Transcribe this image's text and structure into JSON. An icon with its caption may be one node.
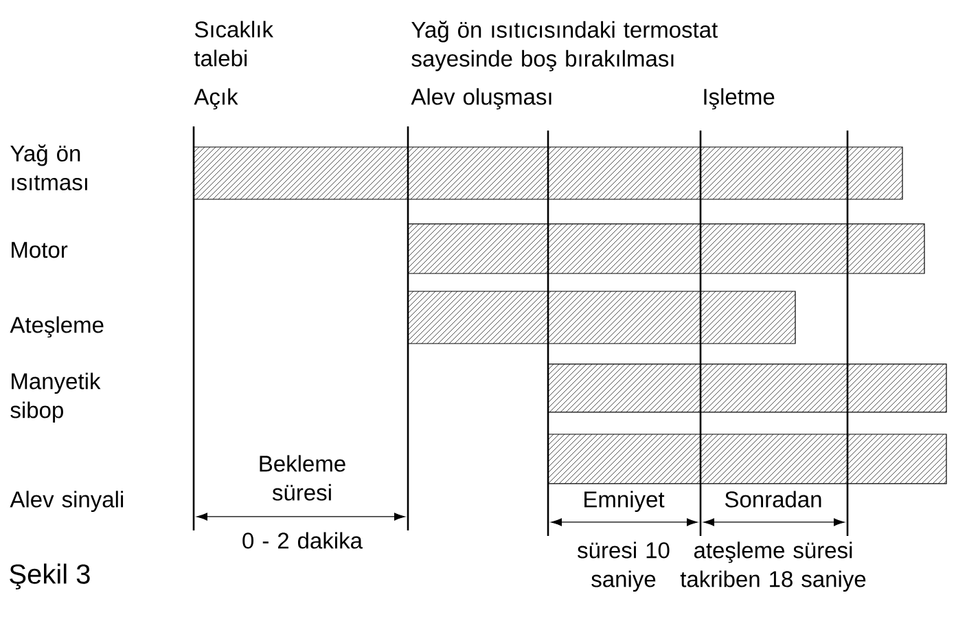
{
  "diagram": {
    "caption": "Şekil 3",
    "labels": [
      "Sıcaklık talebi",
      "Yağ ön ısıtıcısındaki termostat sayesinde boş bırakılması",
      "Açık",
      "Alev oluşması",
      "Işletme",
      "Yağ ön ısıtması",
      "Motor",
      "Ateşleme",
      "Manyetik sibop",
      "Bekleme süresi",
      "Alev sinyali",
      "Emniyet",
      "Sonradan",
      "0 - 2 dakika",
      "süresi 10 saniye",
      "ateşleme süresi takriben 18 saniye"
    ]
  }
}
